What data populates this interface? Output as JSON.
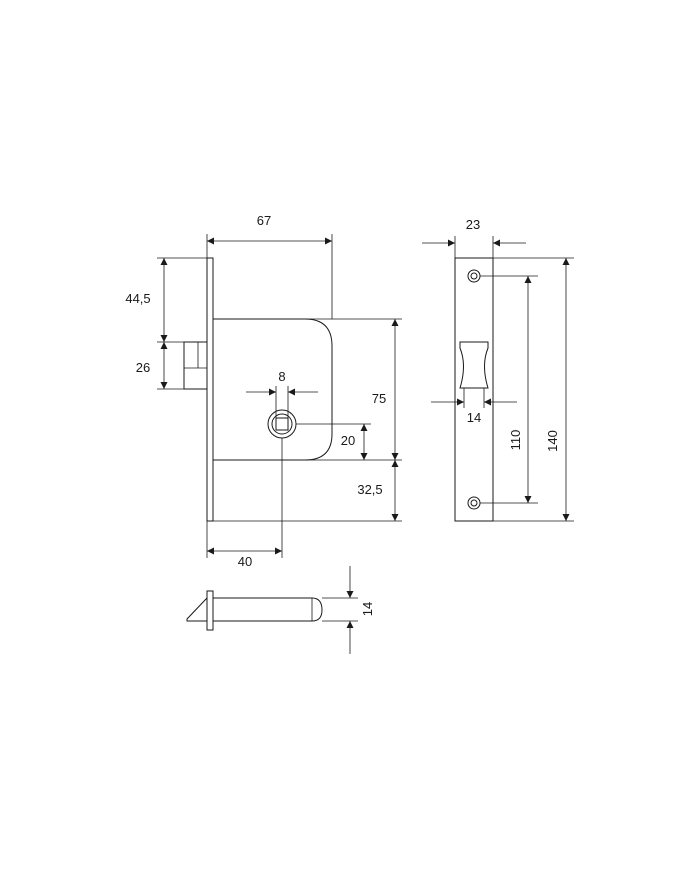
{
  "dimensions": {
    "width_67": "67",
    "height_44_5": "44,5",
    "height_26": "26",
    "spindle_8": "8",
    "height_75": "75",
    "offset_20": "20",
    "height_32_5": "32,5",
    "backset_40": "40",
    "faceplate_23": "23",
    "cutout_14": "14",
    "holes_110": "110",
    "faceplate_140": "140",
    "bolt_14": "14"
  },
  "colors": {
    "line": "#1a1a1a",
    "background": "#ffffff"
  }
}
